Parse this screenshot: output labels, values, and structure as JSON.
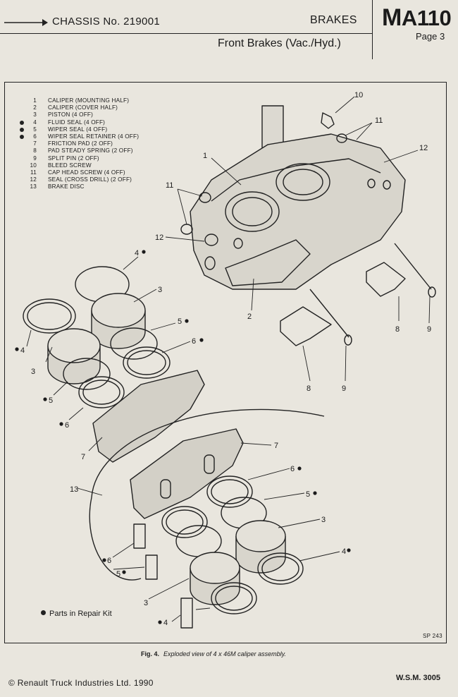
{
  "header": {
    "chassis": "CHASSIS No. 219001",
    "section": "BRAKES",
    "code_initial": "M",
    "code_rest": "A110",
    "page": "Page 3",
    "subtitle": "Front Brakes (Vac./Hyd.)"
  },
  "legend": [
    {
      "num": "1",
      "text": "CALIPER (MOUNTING HALF)",
      "kit": false
    },
    {
      "num": "2",
      "text": "CALIPER (COVER HALF)",
      "kit": false
    },
    {
      "num": "3",
      "text": "PISTON (4 OFF)",
      "kit": false
    },
    {
      "num": "4",
      "text": "FLUID SEAL (4 OFF)",
      "kit": true
    },
    {
      "num": "5",
      "text": "WIPER SEAL (4 OFF)",
      "kit": true
    },
    {
      "num": "6",
      "text": "WIPER SEAL RETAINER (4 OFF)",
      "kit": true
    },
    {
      "num": "7",
      "text": "FRICTION PAD (2 OFF)",
      "kit": false
    },
    {
      "num": "8",
      "text": "PAD STEADY SPRING (2 OFF)",
      "kit": false
    },
    {
      "num": "9",
      "text": "SPLIT PIN (2 OFF)",
      "kit": false
    },
    {
      "num": "10",
      "text": "BLEED SCREW",
      "kit": false
    },
    {
      "num": "11",
      "text": "CAP HEAD SCREW (4 OFF)",
      "kit": false
    },
    {
      "num": "12",
      "text": "SEAL (CROSS DRILL) (2 OFF)",
      "kit": false
    },
    {
      "num": "13",
      "text": "BRAKE DISC",
      "kit": false
    }
  ],
  "callouts": {
    "c1": "1",
    "c2": "2",
    "c3a": "3",
    "c3b": "3",
    "c3c": "3",
    "c3d": "3",
    "c4a": "4",
    "c4b": "4",
    "c4c": "4",
    "c4d": "4",
    "c5a": "5",
    "c5b": "5",
    "c5c": "5",
    "c5d": "5",
    "c6a": "6",
    "c6b": "6",
    "c6c": "6",
    "c6d": "6",
    "c7a": "7",
    "c7b": "7",
    "c8a": "8",
    "c8b": "8",
    "c9a": "9",
    "c9b": "9",
    "c10": "10",
    "c11a": "11",
    "c11b": "11",
    "c12a": "12",
    "c12b": "12",
    "c13": "13"
  },
  "repair_note": "Parts in Repair Kit",
  "sp_ref": "SP 243",
  "caption": {
    "label": "Fig. 4.",
    "text": "Exploded view of 4 x 46M caliper assembly."
  },
  "footer": {
    "copyright": "© Renault Truck Industries Ltd. 1990",
    "wsm": "W.S.M. 3005"
  }
}
